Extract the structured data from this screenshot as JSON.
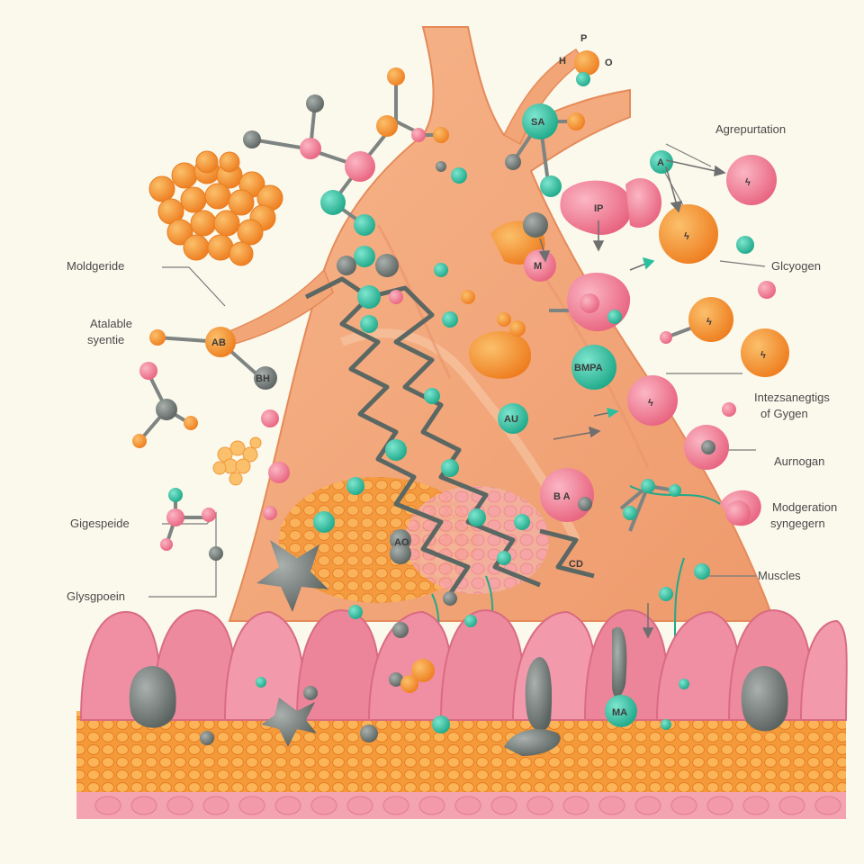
{
  "colors": {
    "background": "#fbf8ec",
    "tissue": "#f2a677",
    "tissue_light": "#f7c4a1",
    "teal": "#2bbf9e",
    "pink": "#f07a93",
    "orange": "#f38a2a",
    "gray": "#6d7572",
    "fat": "#f7a23d",
    "muscle_pink": "#ee8fa0"
  },
  "labels": {
    "left": {
      "moldgeride": "Moldgeride",
      "atalable_line1": "Atalable",
      "atalable_line2": "syentie",
      "gigesperide": "Gigespeide",
      "glysoprein": "Glysgpoein"
    },
    "right": {
      "agrepurtation": "Agrepurtation",
      "glycogen": "Glcyogen",
      "interzonedlecting_line1": "Intezsanegtigs",
      "interzonedlecting_line2": "of Gygen",
      "aurnogan": "Aurnogan",
      "modgeration_line1": "Modgeration",
      "modgeration_line2": "syngegern",
      "muscles": "Muscles"
    }
  },
  "node_labels": {
    "top_mol_p": "P",
    "top_mol_h": "H",
    "top_mol_o": "O",
    "sa": "SA",
    "a_small": "A",
    "ip": "IP",
    "m": "M",
    "bolt1": "ϟ",
    "bolt2": "ϟ",
    "bolt3": "ϟ",
    "bolt4": "ϟ",
    "bolt5": "ϟ",
    "ab": "AB",
    "bh": "BH",
    "bmpa": "BMPA",
    "au": "AU",
    "ba": "B A",
    "ao": "AO",
    "cd": "CD",
    "ma": "MA"
  }
}
